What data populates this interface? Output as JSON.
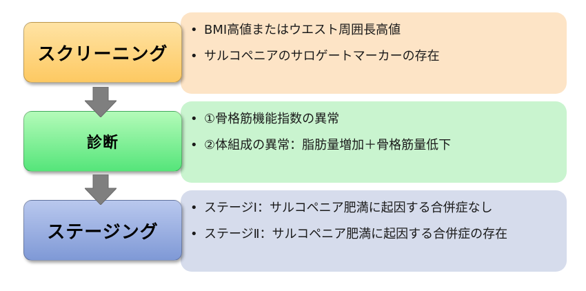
{
  "stages": [
    {
      "label": "スクリーニング",
      "color_top": "#ffe3a4",
      "color_bottom": "#fdc962",
      "panel_color": "#fde4c6",
      "bullets": [
        "BMI高値またはウエスト周囲長高値",
        "サルコペニアのサロゲートマーカーの存在"
      ]
    },
    {
      "label": "診断",
      "color_top": "#b4fbb9",
      "color_bottom": "#55e57a",
      "panel_color": "#c9f4cf",
      "bullets": [
        "①骨格筋機能指数の異常",
        "②体組成の異常：脂肪量増加＋骨格筋量低下"
      ]
    },
    {
      "label": "ステージング",
      "color_top": "#b9c8ee",
      "color_bottom": "#7f99d6",
      "panel_color": "#d6dcec",
      "bullets": [
        "ステージⅠ：サルコペニア肥満に起因する合併症なし",
        "ステージⅡ：サルコペニア肥満に起因する合併症の存在"
      ]
    }
  ],
  "arrow_color": "#7f7f7f"
}
